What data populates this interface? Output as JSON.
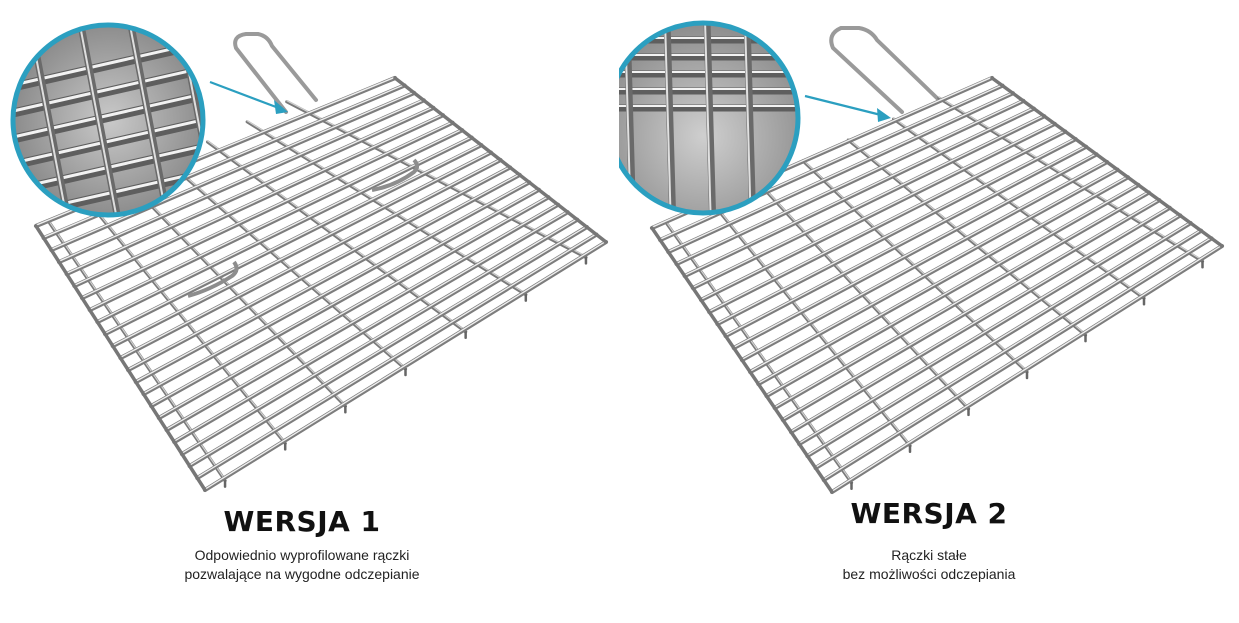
{
  "colors": {
    "accent": "#2b9fc0",
    "metal_light": "#e4e4e4",
    "metal_dark": "#8a8a8a"
  },
  "products": [
    {
      "title": "WERSJA 1",
      "description_line1": "Odpowiednio wyprofilowane rączki",
      "description_line2": "pozwalające na wygodne odczepianie"
    },
    {
      "title": "WERSJA 2",
      "description_line1": "Rączki stałe",
      "description_line2": "bez możliwości odczepiania"
    }
  ]
}
